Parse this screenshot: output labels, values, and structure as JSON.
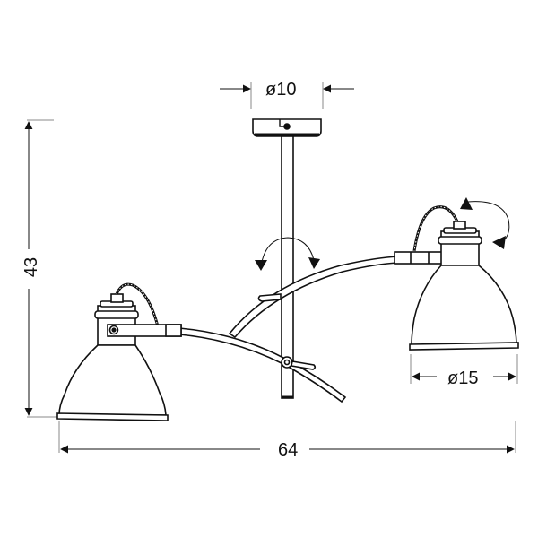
{
  "drawing": {
    "subject": "Two-arm pendant ceiling lamp with adjustable shades",
    "stroke_color": "#111111",
    "background": "#ffffff"
  },
  "dimensions": {
    "canopy_diameter": "ø10",
    "shade_diameter": "ø15",
    "total_height": "43",
    "total_width": "64"
  },
  "annotations": {
    "rotation_arrows": [
      {
        "location": "central-rod",
        "meaning": "arm rotation"
      },
      {
        "location": "right-shade",
        "meaning": "shade tilt"
      }
    ]
  }
}
